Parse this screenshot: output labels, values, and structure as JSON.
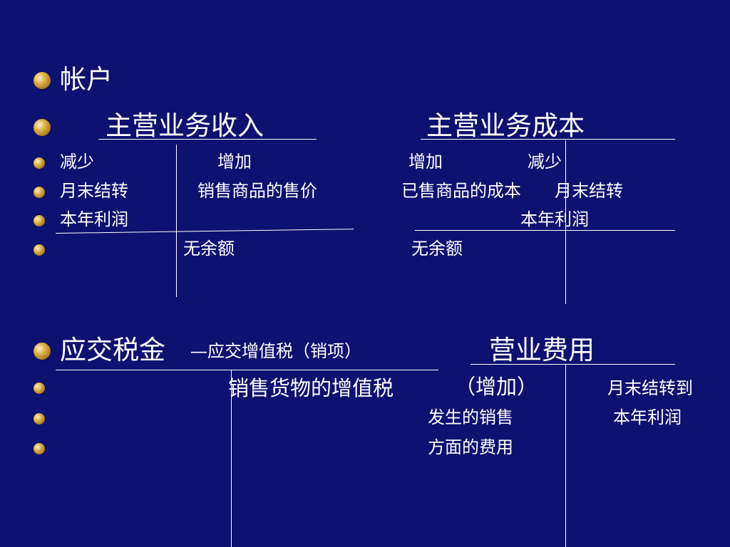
{
  "lines": {
    "l1": "帐户",
    "l2a": "主营业务收入",
    "l2b": "主营业务成本",
    "l3a": "减少",
    "l3b": "增加",
    "l3c": "增加",
    "l3d": "减少",
    "l4a": "月末结转",
    "l4b": "销售商品的售价",
    "l4c": "已售商品的成本",
    "l4d": "月末结转",
    "l5a": "本年利润",
    "l5b": "本年利润",
    "l6a": "无余额",
    "l6b": "无余额",
    "l7a": "应交税金",
    "l7b": "—应交增值税（销项）",
    "l7c": "营业费用",
    "l8a": "销售货物的增值税",
    "l8b": "（增加）",
    "l8c": "月末结转到",
    "l9a": "发生的销售",
    "l9b": "本年利润",
    "l10a": "方面的费用"
  }
}
